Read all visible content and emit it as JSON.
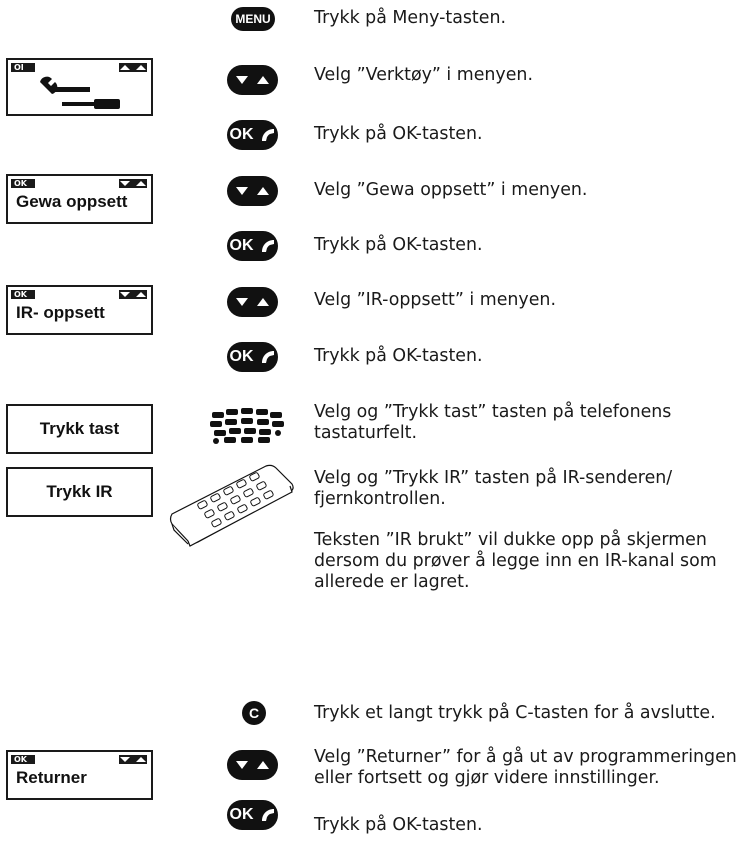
{
  "buttons": {
    "menu": "MENU",
    "ok": "OK",
    "c": "C"
  },
  "screens": {
    "verktoy_tag": "OI",
    "gewa_tag": "OK",
    "gewa_label": "Gewa oppsett",
    "ir_tag": "OK",
    "ir_label": "IR- oppsett",
    "trykk_tast_label": "Trykk tast",
    "trykk_ir_label": "Trykk IR",
    "returner_tag": "OK",
    "returner_label": "Returner"
  },
  "steps": [
    "Trykk på Meny-tasten.",
    "Velg ”Verktøy” i menyen.",
    "Trykk på OK-tasten.",
    "Velg ”Gewa oppsett” i menyen.",
    "Trykk på OK-tasten.",
    "Velg ”IR-oppsett” i menyen.",
    "Trykk på OK-tasten.",
    "Velg og ”Trykk tast” tasten på telefonens tastaturfelt.",
    "Velg og ”Trykk IR” tasten på IR-senderen/ fjernkontrollen.",
    "Teksten ”IR brukt” vil dukke opp på skjermen dersom du prøver å legge inn en IR-kanal som allerede er lagret.",
    "Trykk et langt trykk på C-tasten for å avslutte.",
    "Velg ”Returner” for å gå ut av programmeringen eller fortsett og gjør videre innstillinger.",
    "Trykk på OK-tasten."
  ],
  "icons": {
    "tools": "tools-icon",
    "arrows": "up-down-arrows-icon",
    "handset": "handset-icon",
    "keypad": "keypad-icon",
    "remote": "remote-control-icon"
  },
  "colors": {
    "ink": "#111111",
    "paper": "#ffffff"
  }
}
